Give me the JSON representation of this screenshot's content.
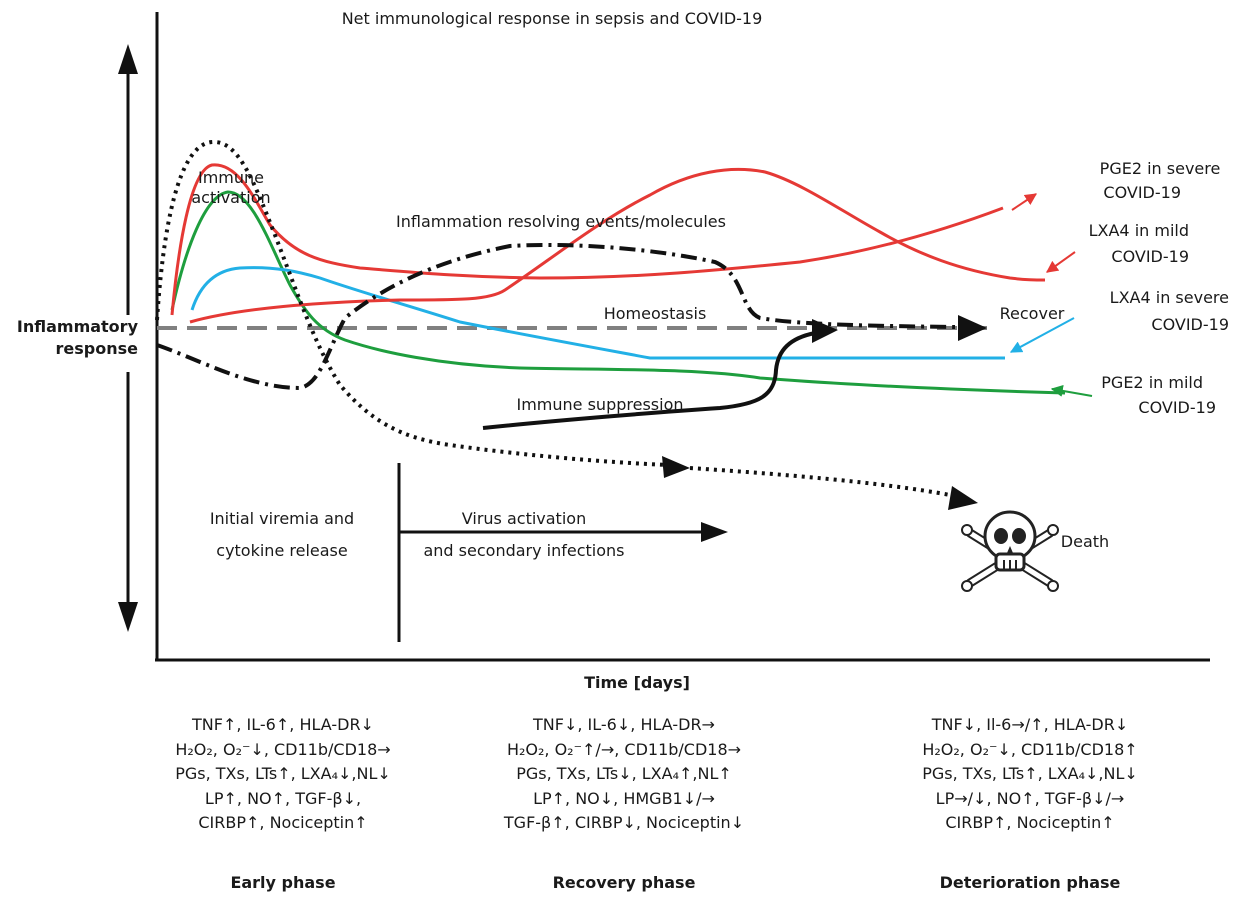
{
  "title": "Net immunological response in sepsis and COVID-19",
  "y_axis_label_line1": "Inflammatory",
  "y_axis_label_line2": "response",
  "x_axis_label": "Time [days]",
  "annotations": {
    "immune_activation_line1": "Immune",
    "immune_activation_line2": "activation",
    "resolving": "Inflammation resolving events/molecules",
    "homeostasis": "Homeostasis",
    "recover": "Recover",
    "immune_suppression": "Immune suppression",
    "viremia_line1": "Initial viremia and",
    "viremia_line2": "cytokine release",
    "virus_line1": "Virus activation",
    "virus_line2": "and secondary infections",
    "death": "Death"
  },
  "legend": {
    "pge2_severe_line1": "PGE2 in severe",
    "pge2_severe_line2": "COVID-19",
    "lxa4_mild_line1": "LXA4 in mild",
    "lxa4_mild_line2": "COVID-19",
    "lxa4_severe_line1": "LXA4 in severe",
    "lxa4_severe_line2": "COVID-19",
    "pge2_mild_line1": "PGE2 in mild",
    "pge2_mild_line2": "COVID-19"
  },
  "colors": {
    "red": "#e53935",
    "green": "#1e9e3e",
    "blue": "#22b0e6",
    "dashed_gray": "#808080",
    "black": "#111111"
  },
  "phases": {
    "early": {
      "name": "Early phase",
      "markers": [
        "TNF↑, IL-6↑, HLA-DR↓",
        "H₂O₂, O₂⁻↓, CD11b/CD18→",
        "PGs, TXs, LTs↑, LXA₄↓,NL↓",
        "LP↑, NO↑, TGF-β↓,",
        "CIRBP↑, Nociceptin↑"
      ]
    },
    "recovery": {
      "name": "Recovery phase",
      "markers": [
        "TNF↓, IL-6↓, HLA-DR→",
        "H₂O₂, O₂⁻↑/→, CD11b/CD18→",
        "PGs, TXs, LTs↓, LXA₄↑,NL↑",
        "LP↑, NO↓, HMGB1↓/→",
        "TGF-β↑, CIRBP↓, Nociceptin↓"
      ]
    },
    "deterioration": {
      "name": "Deterioration phase",
      "markers": [
        "TNF↓, Il-6→/↑, HLA-DR↓",
        "H₂O₂, O₂⁻↓, CD11b/CD18↑",
        "PGs, TXs, LTs↑, LXA₄↓,NL↓",
        "LP→/↓, NO↑, TGF-β↓/→",
        "CIRBP↑, Nociceptin↑"
      ]
    }
  }
}
